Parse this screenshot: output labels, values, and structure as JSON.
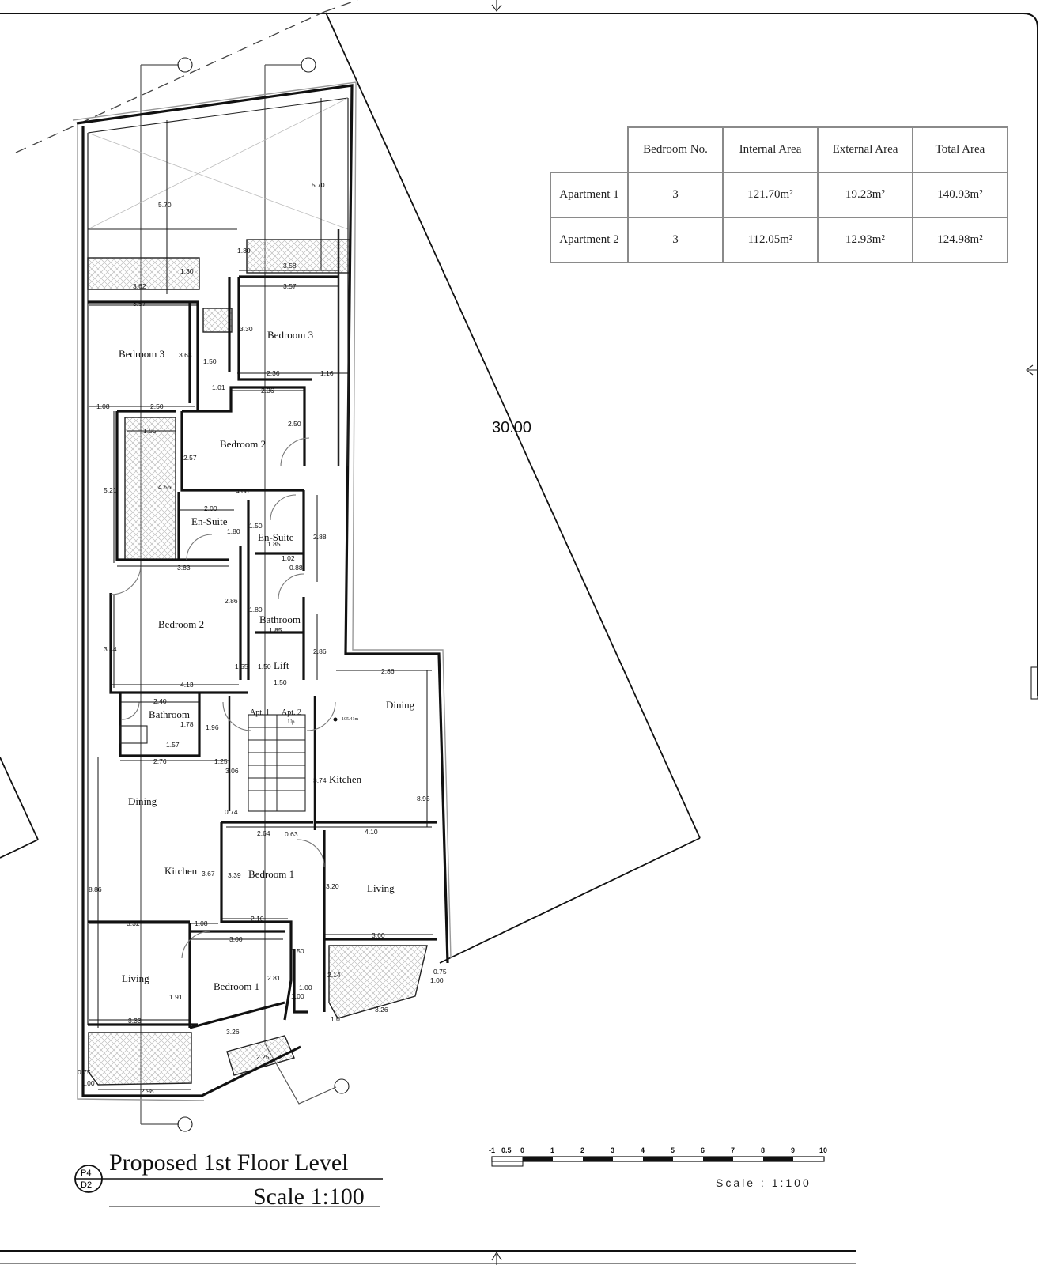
{
  "title": {
    "ref_top": "P4",
    "ref_bottom": "D2",
    "main": "Proposed 1st Floor Level",
    "scale": "Scale 1:100"
  },
  "scale_bar": {
    "caption": "Scale : 1:100",
    "labels": [
      "-1",
      "0.5",
      "0",
      "1",
      "2",
      "3",
      "4",
      "5",
      "6",
      "7",
      "8",
      "9",
      "10"
    ]
  },
  "area_table": {
    "headers": [
      "Bedroom No.",
      "Internal Area",
      "External Area",
      "Total Area"
    ],
    "rows": [
      {
        "label": "Apartment 1",
        "bedrooms": "3",
        "internal": "121.70m²",
        "external": "19.23m²",
        "total": "140.93m²"
      },
      {
        "label": "Apartment 2",
        "bedrooms": "3",
        "internal": "112.05m²",
        "external": "12.93m²",
        "total": "124.98m²"
      }
    ]
  },
  "site_dimension": "30.00",
  "rooms": {
    "bedroom3_a": "Bedroom 3",
    "bedroom3_b": "Bedroom 3",
    "bedroom2_a": "Bedroom 2",
    "bedroom2_b": "Bedroom 2",
    "ensuite_a": "En-Suite",
    "ensuite_b": "En-Suite",
    "bathroom_a": "Bathroom",
    "bathroom_b": "Bathroom",
    "lift": "Lift",
    "apt1": "Apt. 1",
    "apt2": "Apt. 2",
    "up": "Up",
    "level": "105.41m",
    "dining_a": "Dining",
    "dining_b": "Dining",
    "kitchen_a": "Kitchen",
    "kitchen_b": "Kitchen",
    "bedroom1_a": "Bedroom 1",
    "bedroom1_b": "Bedroom 1",
    "living_a": "Living",
    "living_b": "Living"
  },
  "dimensions": {
    "d570a": "5.70",
    "d570b": "5.70",
    "d130a": "1.30",
    "d130b": "1.30",
    "d358": "3.58",
    "d357a": "3.57",
    "d362": "3.62",
    "d357b": "3.57",
    "d330": "3.30",
    "d368": "3.68",
    "d150a": "1.50",
    "d236a": "2.36",
    "d116": "1.16",
    "d101a": "1.01",
    "d236b": "2.36",
    "d108a": "1.08",
    "d250a": "2.50",
    "d250b": "2.50",
    "d155a": "1.55",
    "d257": "2.57",
    "d521": "5.21",
    "d455": "4.55",
    "d408": "4.08",
    "d200": "2.00",
    "d180a": "1.80",
    "d150b": "1.50",
    "d185a": "1.85",
    "d288": "2.88",
    "d102": "1.02",
    "d088": "0.88",
    "d383": "3.83",
    "d286a": "2.86",
    "d180b": "1.80",
    "d185b": "1.85",
    "d344": "3.44",
    "d286b": "2.86",
    "d286c": "2.86",
    "d155b": "1.55",
    "d150c": "1.50",
    "d150d": "1.50",
    "d413": "4.13",
    "d240": "2.40",
    "d178": "1.78",
    "d196": "1.96",
    "d157": "1.57",
    "d276": "2.76",
    "d125": "1.25",
    "d306": "3.06",
    "d374": "3.74",
    "d895": "8.95",
    "d074": "0.74",
    "d264": "2.64",
    "d063": "0.63",
    "d410": "4.10",
    "d886": "8.86",
    "d367": "3.67",
    "d339": "3.39",
    "d320": "3.20",
    "d332": "3.32",
    "d108b": "1.08",
    "d210": "2.10",
    "d360": "3.60",
    "d300": "3.00",
    "d150e": "1.50",
    "d281": "2.81",
    "d100a": "1.00",
    "d100b": "1.00",
    "d214": "2.14",
    "d075a": "0.75",
    "d100c": "1.00",
    "d191": "1.91",
    "d333": "3.33",
    "d326a": "3.26",
    "d225": "2.25",
    "d101b": "1.01",
    "d326b": "3.26",
    "d075b": "0.75",
    "d100d": "1.00",
    "d298": "2.98"
  },
  "colors": {
    "line": "#111111",
    "grey_line": "#9a9a9a",
    "table_border": "#8a8a8a"
  }
}
